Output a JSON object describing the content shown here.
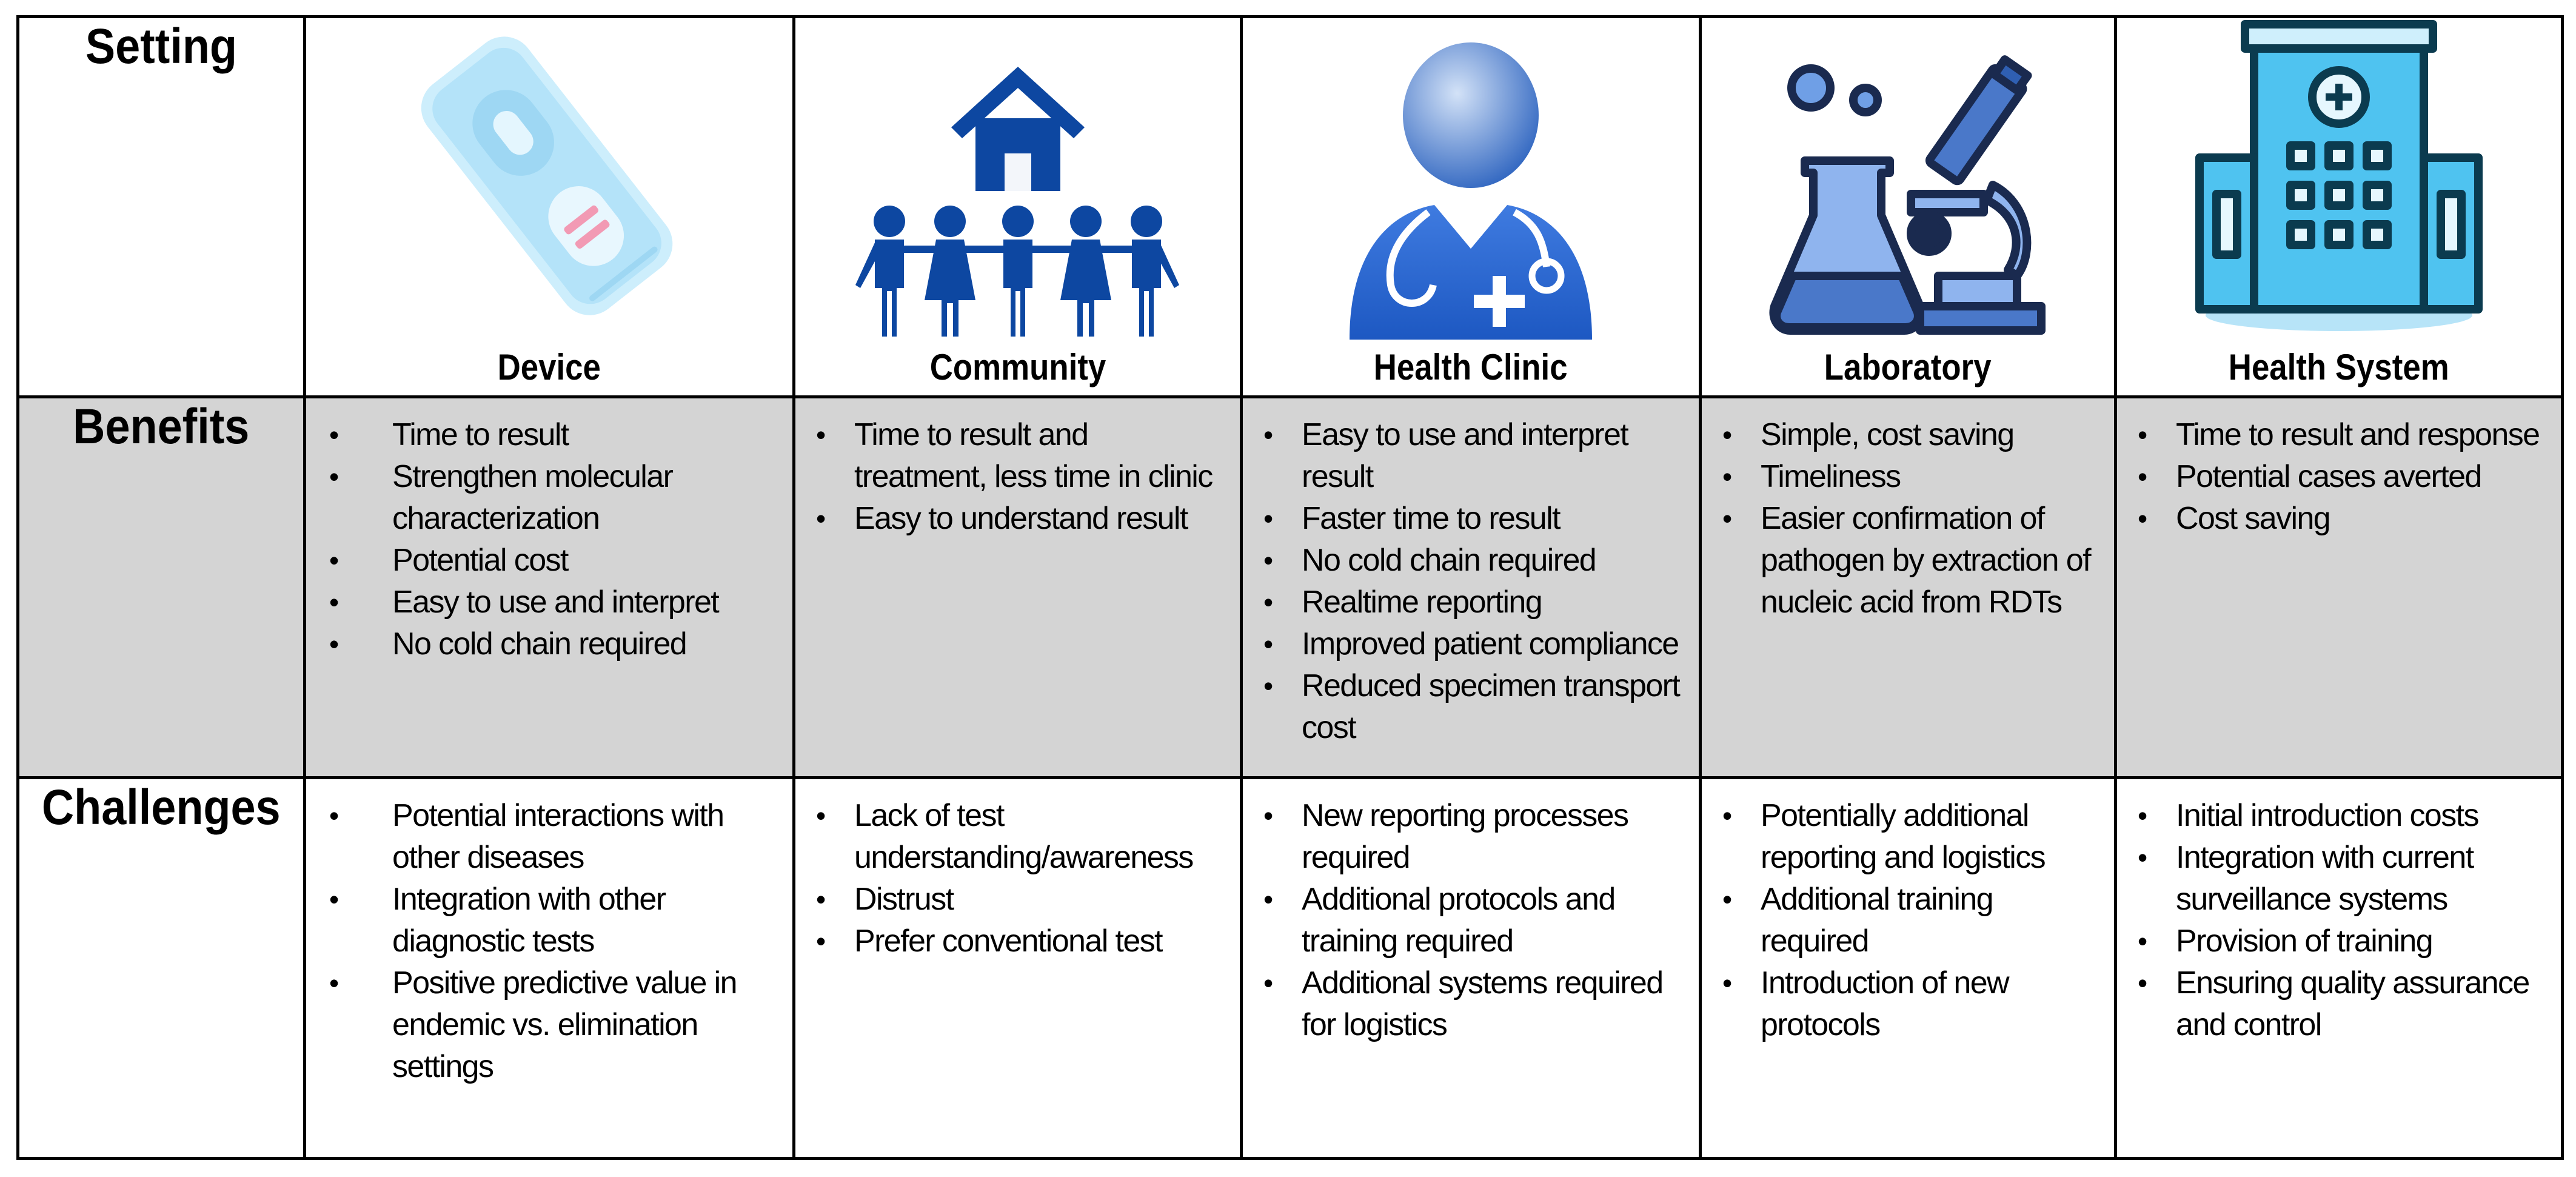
{
  "row_headers": {
    "setting": "Setting",
    "benefits": "Benefits",
    "challenges": "Challenges"
  },
  "columns": [
    {
      "name": "Device",
      "icon": "rapid-test-device-icon",
      "benefits": [
        "Time to result",
        "Strengthen molecular",
        "characterization",
        "Potential cost",
        "Easy to use and interpret",
        "No cold chain required"
      ],
      "challenges": [
        "Potential interactions with",
        "other diseases",
        "Integration with other",
        "diagnostic tests",
        "Positive predictive value in",
        "endemic vs. elimination",
        "settings"
      ]
    },
    {
      "name": "Community",
      "icon": "community-people-icon",
      "benefits": [
        "Time to result and",
        "treatment, less time in clinic",
        "Easy to understand result"
      ],
      "challenges": [
        "Lack of test",
        "understanding/awareness",
        "Distrust",
        "Prefer conventional test"
      ]
    },
    {
      "name": "Health Clinic",
      "icon": "doctor-icon",
      "benefits": [
        "Easy to use and interpret",
        "result",
        "Faster time to result",
        "No cold chain required",
        "Realtime reporting",
        "Improved patient compliance",
        "Reduced specimen transport",
        "cost"
      ],
      "challenges": [
        "New reporting processes",
        "required",
        "Additional protocols and",
        "training required",
        "Additional systems required",
        "for logistics"
      ]
    },
    {
      "name": "Laboratory",
      "icon": "microscope-flask-icon",
      "benefits": [
        "Simple, cost saving",
        "Timeliness",
        "Easier confirmation of",
        "pathogen by extraction of",
        "nucleic acid from RDTs"
      ],
      "challenges": [
        "Potentially additional",
        "reporting and logistics",
        "Additional training",
        "required",
        "Introduction of new",
        "protocols"
      ]
    },
    {
      "name": "Health System",
      "icon": "hospital-building-icon",
      "benefits": [
        "Time to result and response",
        "Potential cases averted",
        "Cost saving"
      ],
      "challenges": [
        "Initial introduction costs",
        "Integration with current",
        "surveillance systems",
        "Provision of training",
        "Ensuring quality assurance",
        "and control"
      ]
    }
  ],
  "bullet_starts": {
    "Device": {
      "benefits": [
        true,
        true,
        false,
        true,
        true,
        true
      ],
      "challenges": [
        true,
        false,
        true,
        false,
        true,
        false,
        false
      ]
    },
    "Community": {
      "benefits": [
        true,
        false,
        true
      ],
      "challenges": [
        true,
        false,
        true,
        true
      ]
    },
    "Health Clinic": {
      "benefits": [
        true,
        false,
        true,
        true,
        true,
        true,
        true,
        false
      ],
      "challenges": [
        true,
        false,
        true,
        false,
        true,
        false
      ]
    },
    "Laboratory": {
      "benefits": [
        true,
        true,
        true,
        false,
        false
      ],
      "challenges": [
        true,
        false,
        true,
        false,
        true,
        false
      ]
    },
    "Health System": {
      "benefits": [
        true,
        true,
        true
      ],
      "challenges": [
        true,
        true,
        false,
        true,
        true,
        false
      ]
    }
  }
}
